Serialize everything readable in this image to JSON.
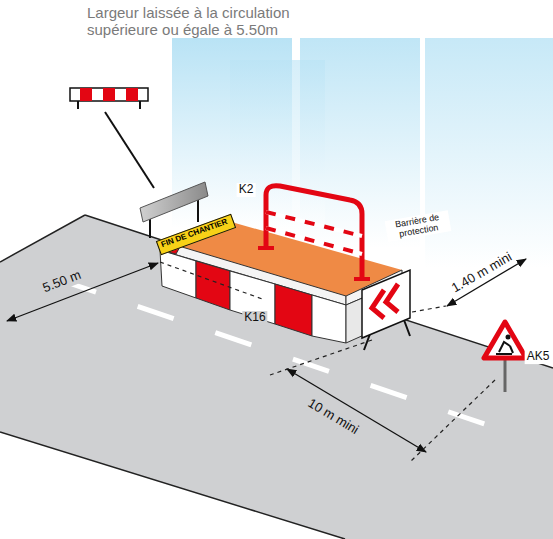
{
  "diagram": {
    "nodes": [
      {
        "text": [
          "FIN DE CHANTIER"
        ]
      }
    ],
    "edges": [],
    "labels": [
      "Largeur laissée à la circulation supérieure ou égale à 5.50m",
      "K2",
      "Barrière de protection",
      "5.50 m",
      "K16",
      "1.40 m mini",
      "10 m mini",
      "AK5"
    ]
  }
}
